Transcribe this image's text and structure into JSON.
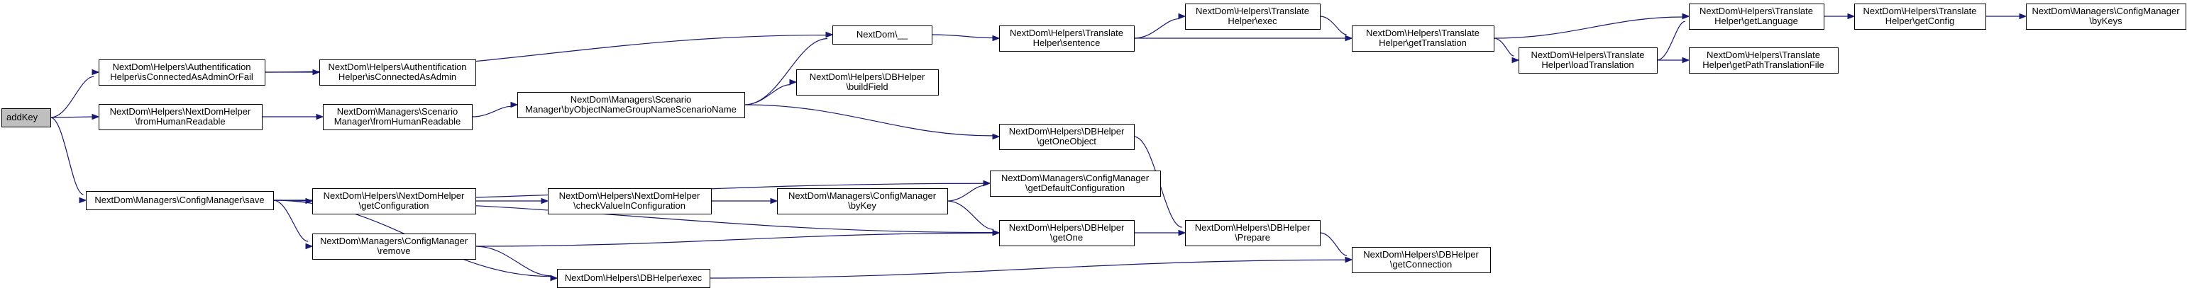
{
  "graph": {
    "nodes": [
      {
        "id": "addKey",
        "lines": [
          "addKey"
        ],
        "root": true
      },
      {
        "id": "isConnectedAsAdminOrFail",
        "lines": [
          "NextDom\\Helpers\\Authentification",
          "Helper\\isConnectedAsAdminOrFail"
        ]
      },
      {
        "id": "fromHumanReadableHelper",
        "lines": [
          "NextDom\\Helpers\\NextDomHelper",
          "\\fromHumanReadable"
        ]
      },
      {
        "id": "configSave",
        "lines": [
          "NextDom\\Managers\\ConfigManager\\save"
        ]
      },
      {
        "id": "isConnectedAsAdmin",
        "lines": [
          "NextDom\\Helpers\\Authentification",
          "Helper\\isConnectedAsAdmin"
        ]
      },
      {
        "id": "scenarioFromHumanReadable",
        "lines": [
          "NextDom\\Managers\\Scenario",
          "Manager\\fromHumanReadable"
        ]
      },
      {
        "id": "getConfiguration",
        "lines": [
          "NextDom\\Helpers\\NextDomHelper",
          "\\getConfiguration"
        ]
      },
      {
        "id": "configRemove",
        "lines": [
          "NextDom\\Managers\\ConfigManager",
          "\\remove"
        ]
      },
      {
        "id": "byObjectName",
        "lines": [
          "NextDom\\Managers\\Scenario",
          "Manager\\byObjectNameGroupNameScenarioName"
        ]
      },
      {
        "id": "checkValueInConfiguration",
        "lines": [
          "NextDom\\Helpers\\NextDomHelper",
          "\\checkValueInConfiguration"
        ]
      },
      {
        "id": "dbExec",
        "lines": [
          "NextDom\\Helpers\\DBHelper\\exec"
        ]
      },
      {
        "id": "translateUnderscore",
        "lines": [
          "NextDom\\__"
        ]
      },
      {
        "id": "buildField",
        "lines": [
          "NextDom\\Helpers\\DBHelper",
          "\\buildField"
        ]
      },
      {
        "id": "configByKey",
        "lines": [
          "NextDom\\Managers\\ConfigManager",
          "\\byKey"
        ]
      },
      {
        "id": "translateSentence",
        "lines": [
          "NextDom\\Helpers\\Translate",
          "Helper\\sentence"
        ]
      },
      {
        "id": "getOneObject",
        "lines": [
          "NextDom\\Helpers\\DBHelper",
          "\\getOneObject"
        ]
      },
      {
        "id": "getDefaultConfiguration",
        "lines": [
          "NextDom\\Managers\\ConfigManager",
          "\\getDefaultConfiguration"
        ]
      },
      {
        "id": "dbGetOne",
        "lines": [
          "NextDom\\Helpers\\DBHelper",
          "\\getOne"
        ]
      },
      {
        "id": "translateExec",
        "lines": [
          "NextDom\\Helpers\\Translate",
          "Helper\\exec"
        ]
      },
      {
        "id": "dbPrepare",
        "lines": [
          "NextDom\\Helpers\\DBHelper",
          "\\Prepare"
        ]
      },
      {
        "id": "getTranslation",
        "lines": [
          "NextDom\\Helpers\\Translate",
          "Helper\\getTranslation"
        ]
      },
      {
        "id": "getConnection",
        "lines": [
          "NextDom\\Helpers\\DBHelper",
          "\\getConnection"
        ]
      },
      {
        "id": "loadTranslation",
        "lines": [
          "NextDom\\Helpers\\Translate",
          "Helper\\loadTranslation"
        ]
      },
      {
        "id": "getLanguage",
        "lines": [
          "NextDom\\Helpers\\Translate",
          "Helper\\getLanguage"
        ]
      },
      {
        "id": "getPathTranslationFile",
        "lines": [
          "NextDom\\Helpers\\Translate",
          "Helper\\getPathTranslationFile"
        ]
      },
      {
        "id": "translateGetConfig",
        "lines": [
          "NextDom\\Helpers\\Translate",
          "Helper\\getConfig"
        ]
      },
      {
        "id": "configManagerByKeys",
        "lines": [
          "NextDom\\Managers\\ConfigManager",
          "\\byKeys"
        ]
      }
    ],
    "edges": [
      {
        "from": "addKey",
        "to": "isConnectedAsAdminOrFail"
      },
      {
        "from": "addKey",
        "to": "fromHumanReadableHelper"
      },
      {
        "from": "addKey",
        "to": "configSave"
      },
      {
        "from": "isConnectedAsAdminOrFail",
        "to": "translateUnderscore"
      },
      {
        "from": "isConnectedAsAdminOrFail",
        "to": "isConnectedAsAdmin"
      },
      {
        "from": "fromHumanReadableHelper",
        "to": "scenarioFromHumanReadable"
      },
      {
        "from": "scenarioFromHumanReadable",
        "to": "byObjectName"
      },
      {
        "from": "byObjectName",
        "to": "translateUnderscore"
      },
      {
        "from": "byObjectName",
        "to": "buildField"
      },
      {
        "from": "byObjectName",
        "to": "getOneObject"
      },
      {
        "from": "configSave",
        "to": "getDefaultConfiguration"
      },
      {
        "from": "configSave",
        "to": "getConfiguration"
      },
      {
        "from": "configSave",
        "to": "configRemove"
      },
      {
        "from": "configSave",
        "to": "dbGetOne"
      },
      {
        "from": "configSave",
        "to": "dbExec"
      },
      {
        "from": "getConfiguration",
        "to": "checkValueInConfiguration"
      },
      {
        "from": "checkValueInConfiguration",
        "to": "configByKey"
      },
      {
        "from": "configByKey",
        "to": "getDefaultConfiguration"
      },
      {
        "from": "configByKey",
        "to": "dbGetOne"
      },
      {
        "from": "configRemove",
        "to": "dbGetOne"
      },
      {
        "from": "configRemove",
        "to": "dbExec"
      },
      {
        "from": "dbExec",
        "to": "getConnection"
      },
      {
        "from": "translateUnderscore",
        "to": "translateSentence"
      },
      {
        "from": "translateSentence",
        "to": "translateExec"
      },
      {
        "from": "translateSentence",
        "to": "getTranslation"
      },
      {
        "from": "translateExec",
        "to": "getTranslation"
      },
      {
        "from": "getTranslation",
        "to": "getLanguage"
      },
      {
        "from": "getTranslation",
        "to": "loadTranslation"
      },
      {
        "from": "loadTranslation",
        "to": "getLanguage"
      },
      {
        "from": "loadTranslation",
        "to": "getPathTranslationFile"
      },
      {
        "from": "getLanguage",
        "to": "translateGetConfig"
      },
      {
        "from": "translateGetConfig",
        "to": "configManagerByKeys"
      },
      {
        "from": "getOneObject",
        "to": "dbPrepare"
      },
      {
        "from": "dbGetOne",
        "to": "dbPrepare"
      },
      {
        "from": "dbPrepare",
        "to": "getConnection"
      }
    ]
  }
}
